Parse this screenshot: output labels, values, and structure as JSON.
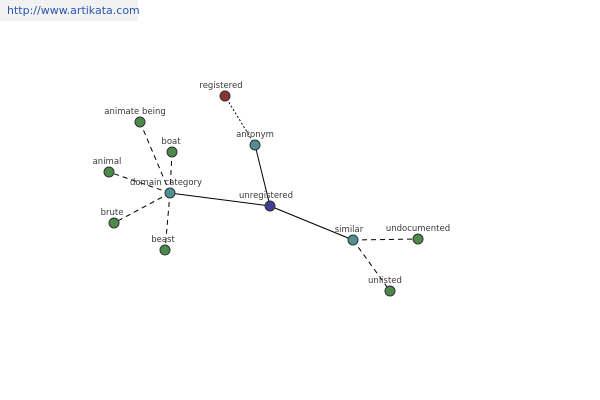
{
  "url": "http://www.artikata.com",
  "colors": {
    "center": "#3f3f98",
    "relation": "#4d9191",
    "leaf": "#4c8a4c",
    "antonym_leaf": "#8a3434",
    "edge": "#000000"
  },
  "graph": {
    "nodes": [
      {
        "id": "unregistered",
        "label": "unregistered",
        "kind": "center"
      },
      {
        "id": "antonym",
        "label": "antonym",
        "kind": "relation"
      },
      {
        "id": "registered",
        "label": "registered",
        "kind": "antonym_leaf"
      },
      {
        "id": "domain-category",
        "label": "domain category",
        "kind": "relation"
      },
      {
        "id": "animate-being",
        "label": "animate being",
        "kind": "leaf"
      },
      {
        "id": "boat",
        "label": "boat",
        "kind": "leaf"
      },
      {
        "id": "animal",
        "label": "animal",
        "kind": "leaf"
      },
      {
        "id": "brute",
        "label": "brute",
        "kind": "leaf"
      },
      {
        "id": "beast",
        "label": "beast",
        "kind": "leaf"
      },
      {
        "id": "similar",
        "label": "similar",
        "kind": "relation"
      },
      {
        "id": "undocumented",
        "label": "undocumented",
        "kind": "leaf"
      },
      {
        "id": "unlisted",
        "label": "unlisted",
        "kind": "leaf"
      }
    ],
    "edges": [
      {
        "from": "unregistered",
        "to": "antonym",
        "style": "solid"
      },
      {
        "from": "antonym",
        "to": "registered",
        "style": "dotted"
      },
      {
        "from": "unregistered",
        "to": "domain-category",
        "style": "solid"
      },
      {
        "from": "domain-category",
        "to": "animate-being",
        "style": "dashed"
      },
      {
        "from": "domain-category",
        "to": "boat",
        "style": "dashed"
      },
      {
        "from": "domain-category",
        "to": "animal",
        "style": "dashed"
      },
      {
        "from": "domain-category",
        "to": "brute",
        "style": "dashed"
      },
      {
        "from": "domain-category",
        "to": "beast",
        "style": "dashed"
      },
      {
        "from": "unregistered",
        "to": "similar",
        "style": "solid"
      },
      {
        "from": "similar",
        "to": "undocumented",
        "style": "dashed"
      },
      {
        "from": "similar",
        "to": "unlisted",
        "style": "dashed"
      }
    ]
  }
}
